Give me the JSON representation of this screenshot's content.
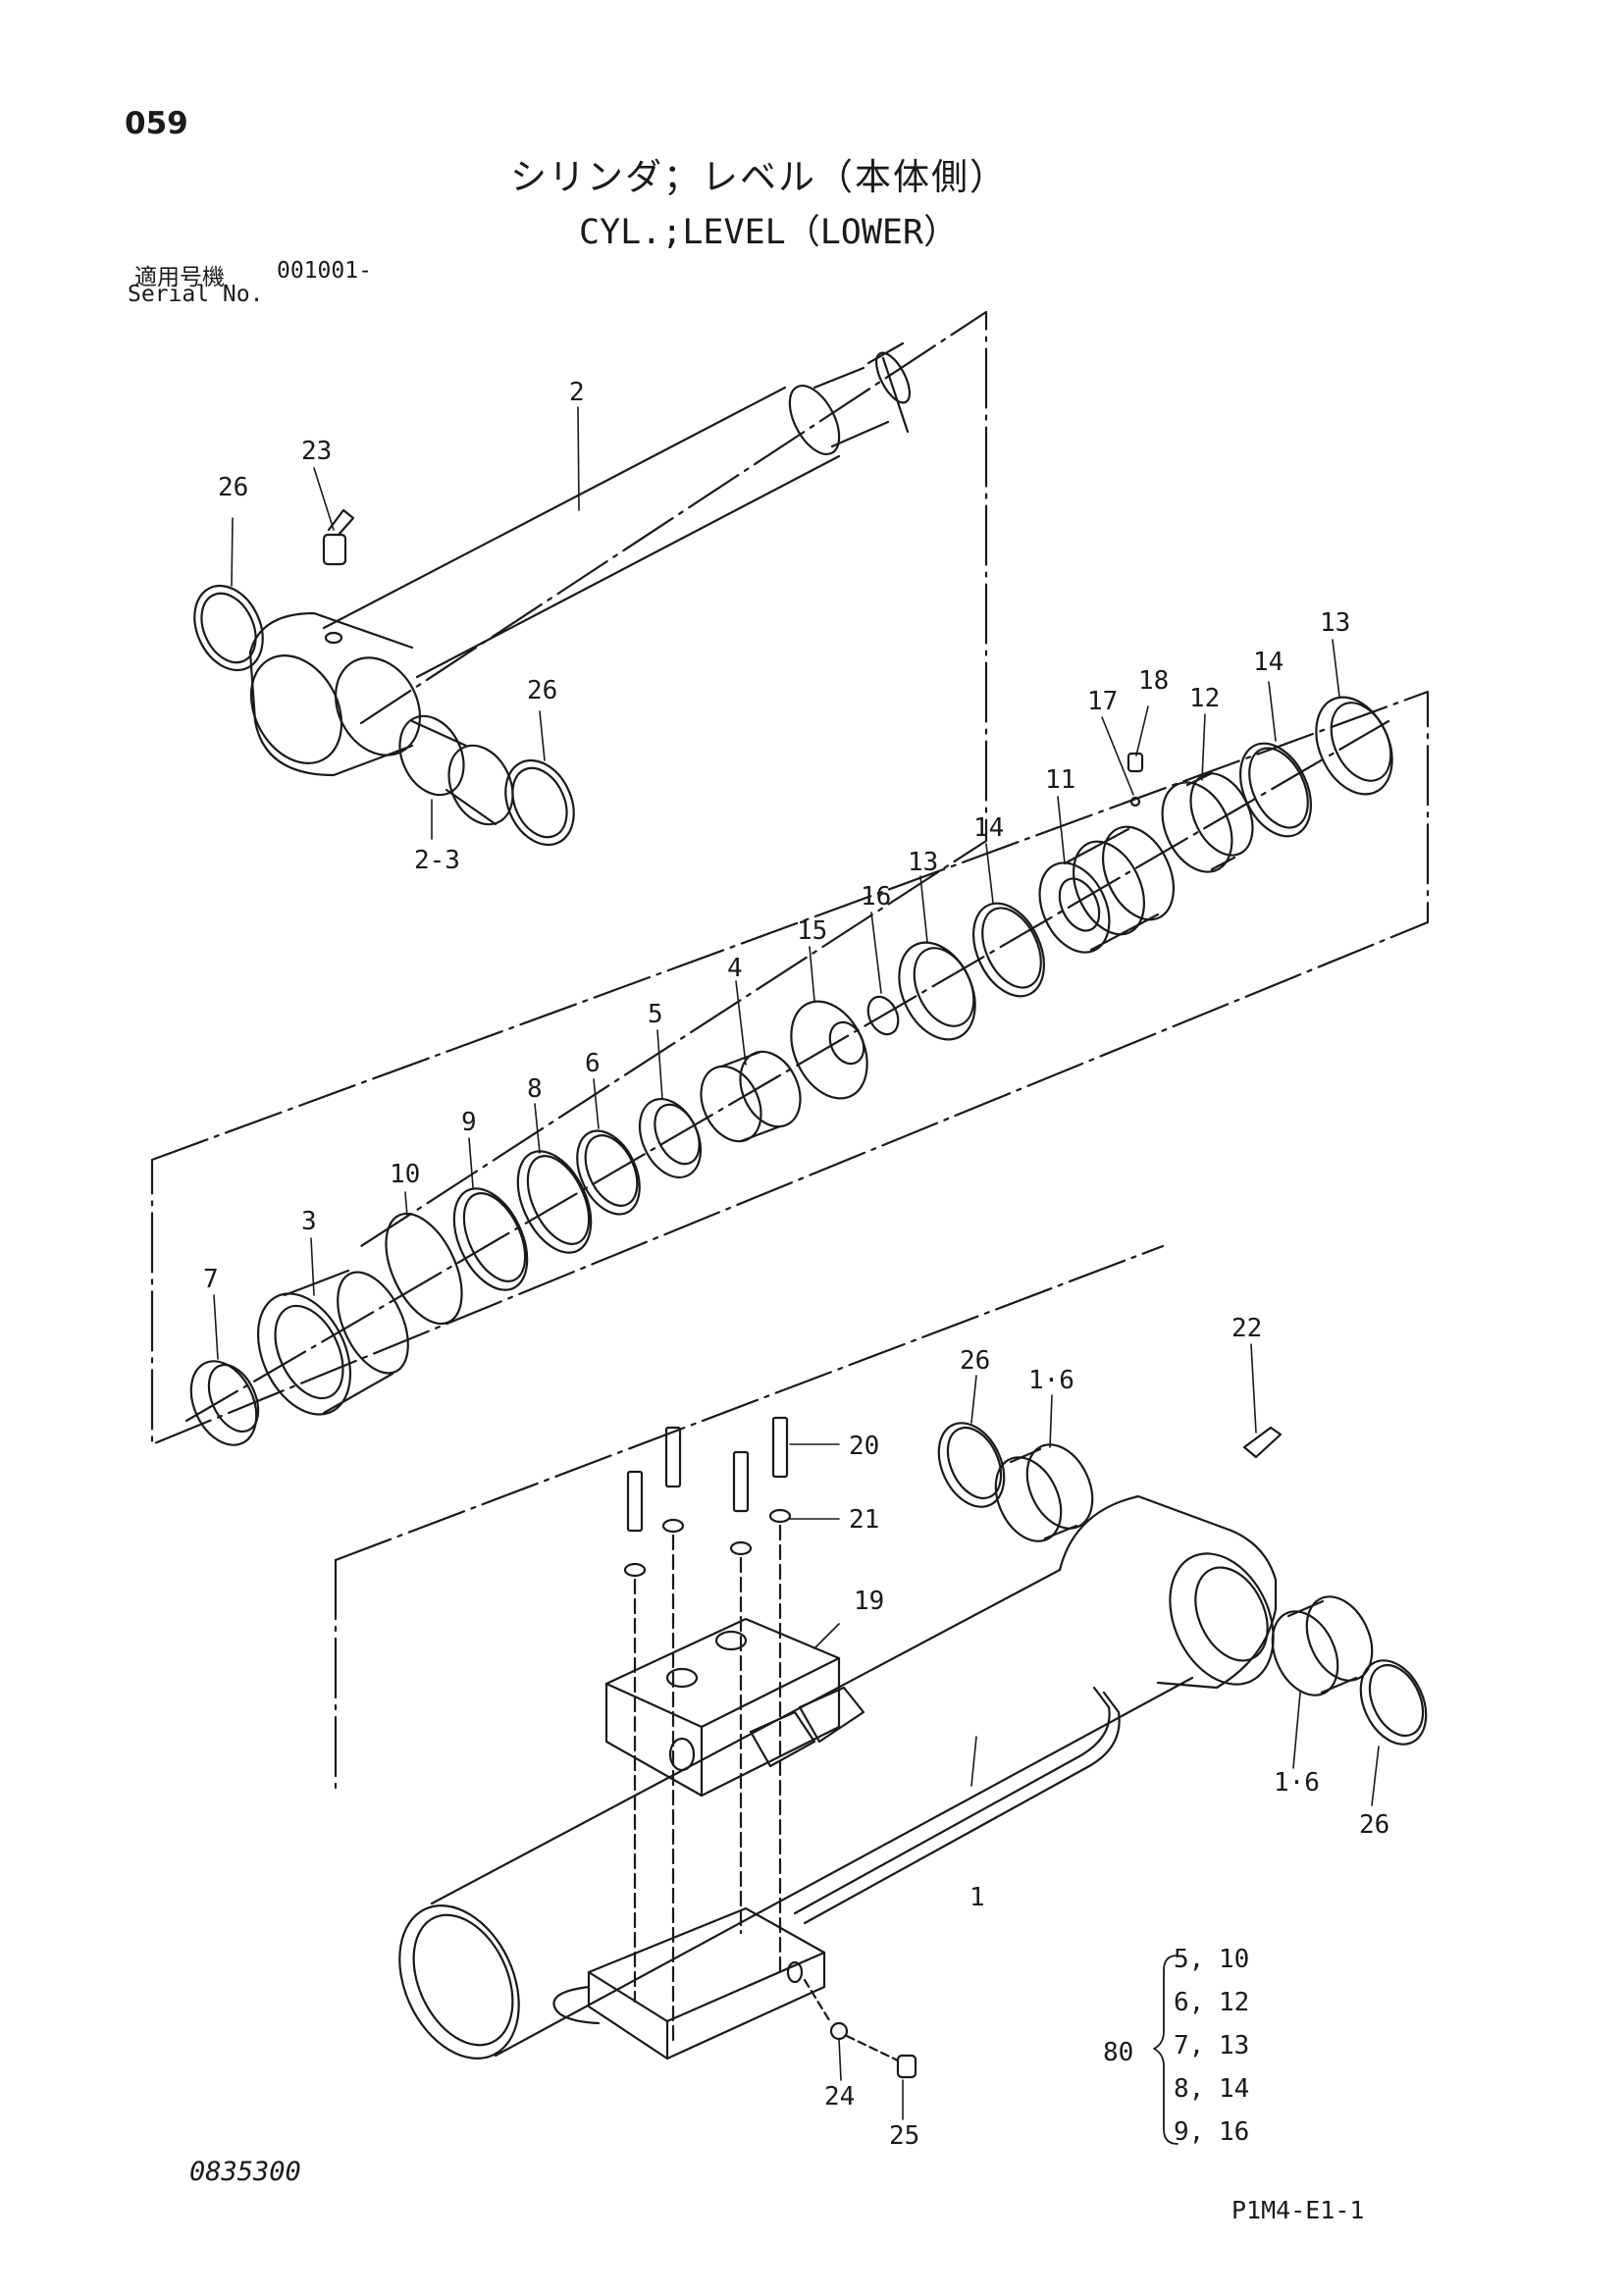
{
  "page_number": "059",
  "title_jp": "シリンダ；レベル（本体側）",
  "title_en": "CYL.;LEVEL（LOWER）",
  "serial": {
    "label_jp": "適用号機",
    "value": "001001-",
    "label_en": "Serial No."
  },
  "callouts": {
    "c26a": "26",
    "c23": "23",
    "c2": "2",
    "c26b": "26",
    "c2_3": "2-3",
    "c17": "17",
    "c18": "18",
    "c12": "12",
    "c14a": "14",
    "c13a": "13",
    "c11": "11",
    "c14b": "14",
    "c13b": "13",
    "c16": "16",
    "c15": "15",
    "c4": "4",
    "c5": "5",
    "c6": "6",
    "c8": "8",
    "c9": "9",
    "c10": "10",
    "c3": "3",
    "c7": "7",
    "c26c": "26",
    "c1_6a": "1·6",
    "c22": "22",
    "c20": "20",
    "c21": "21",
    "c19": "19",
    "c1_6b": "1·6",
    "c26d": "26",
    "c1": "1",
    "c24": "24",
    "c25": "25"
  },
  "kit": {
    "number": "80",
    "rows": [
      {
        "a": "5,",
        "b": "10"
      },
      {
        "a": "6,",
        "b": "12"
      },
      {
        "a": "7,",
        "b": "13"
      },
      {
        "a": "8,",
        "b": "14"
      },
      {
        "a": "9,",
        "b": "16"
      }
    ]
  },
  "doc_code": "0835300",
  "page_ref": "P1M4-E1-1"
}
